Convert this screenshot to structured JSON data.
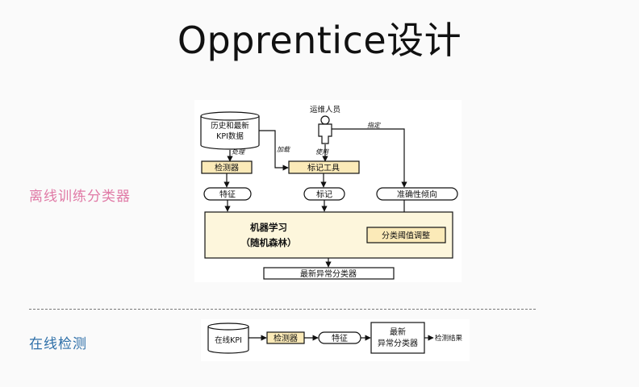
{
  "page": {
    "title": "Opprentice设计",
    "sections": {
      "offline": "离线训练分类器",
      "online": "在线检测"
    }
  },
  "diagram_top": {
    "db_line1": "历史和最新",
    "db_line2": "KPI数据",
    "operator": "运维人员",
    "edge_process": "处理",
    "edge_load": "加载",
    "edge_use": "使用",
    "edge_specify": "指定",
    "detector": "检测器",
    "label_tool": "标记工具",
    "feature": "特征",
    "label": "标记",
    "accuracy_preference": "准确性倾向",
    "ml_line1": "机器学习",
    "ml_line2": "（随机森林）",
    "threshold_adjust": "分类阈值调整",
    "latest_classifier": "最新异常分类器"
  },
  "diagram_bottom": {
    "online_kpi": "在线KPI",
    "detector": "检测器",
    "feature": "特征",
    "classifier_line1": "最新",
    "classifier_line2": "异常分类器",
    "result": "检测结果"
  },
  "colors": {
    "offline_label": "#e07aa6",
    "online_label": "#2d6fa8",
    "yellow_fill": "#fbeab8",
    "ml_fill": "#fdf6dc"
  }
}
